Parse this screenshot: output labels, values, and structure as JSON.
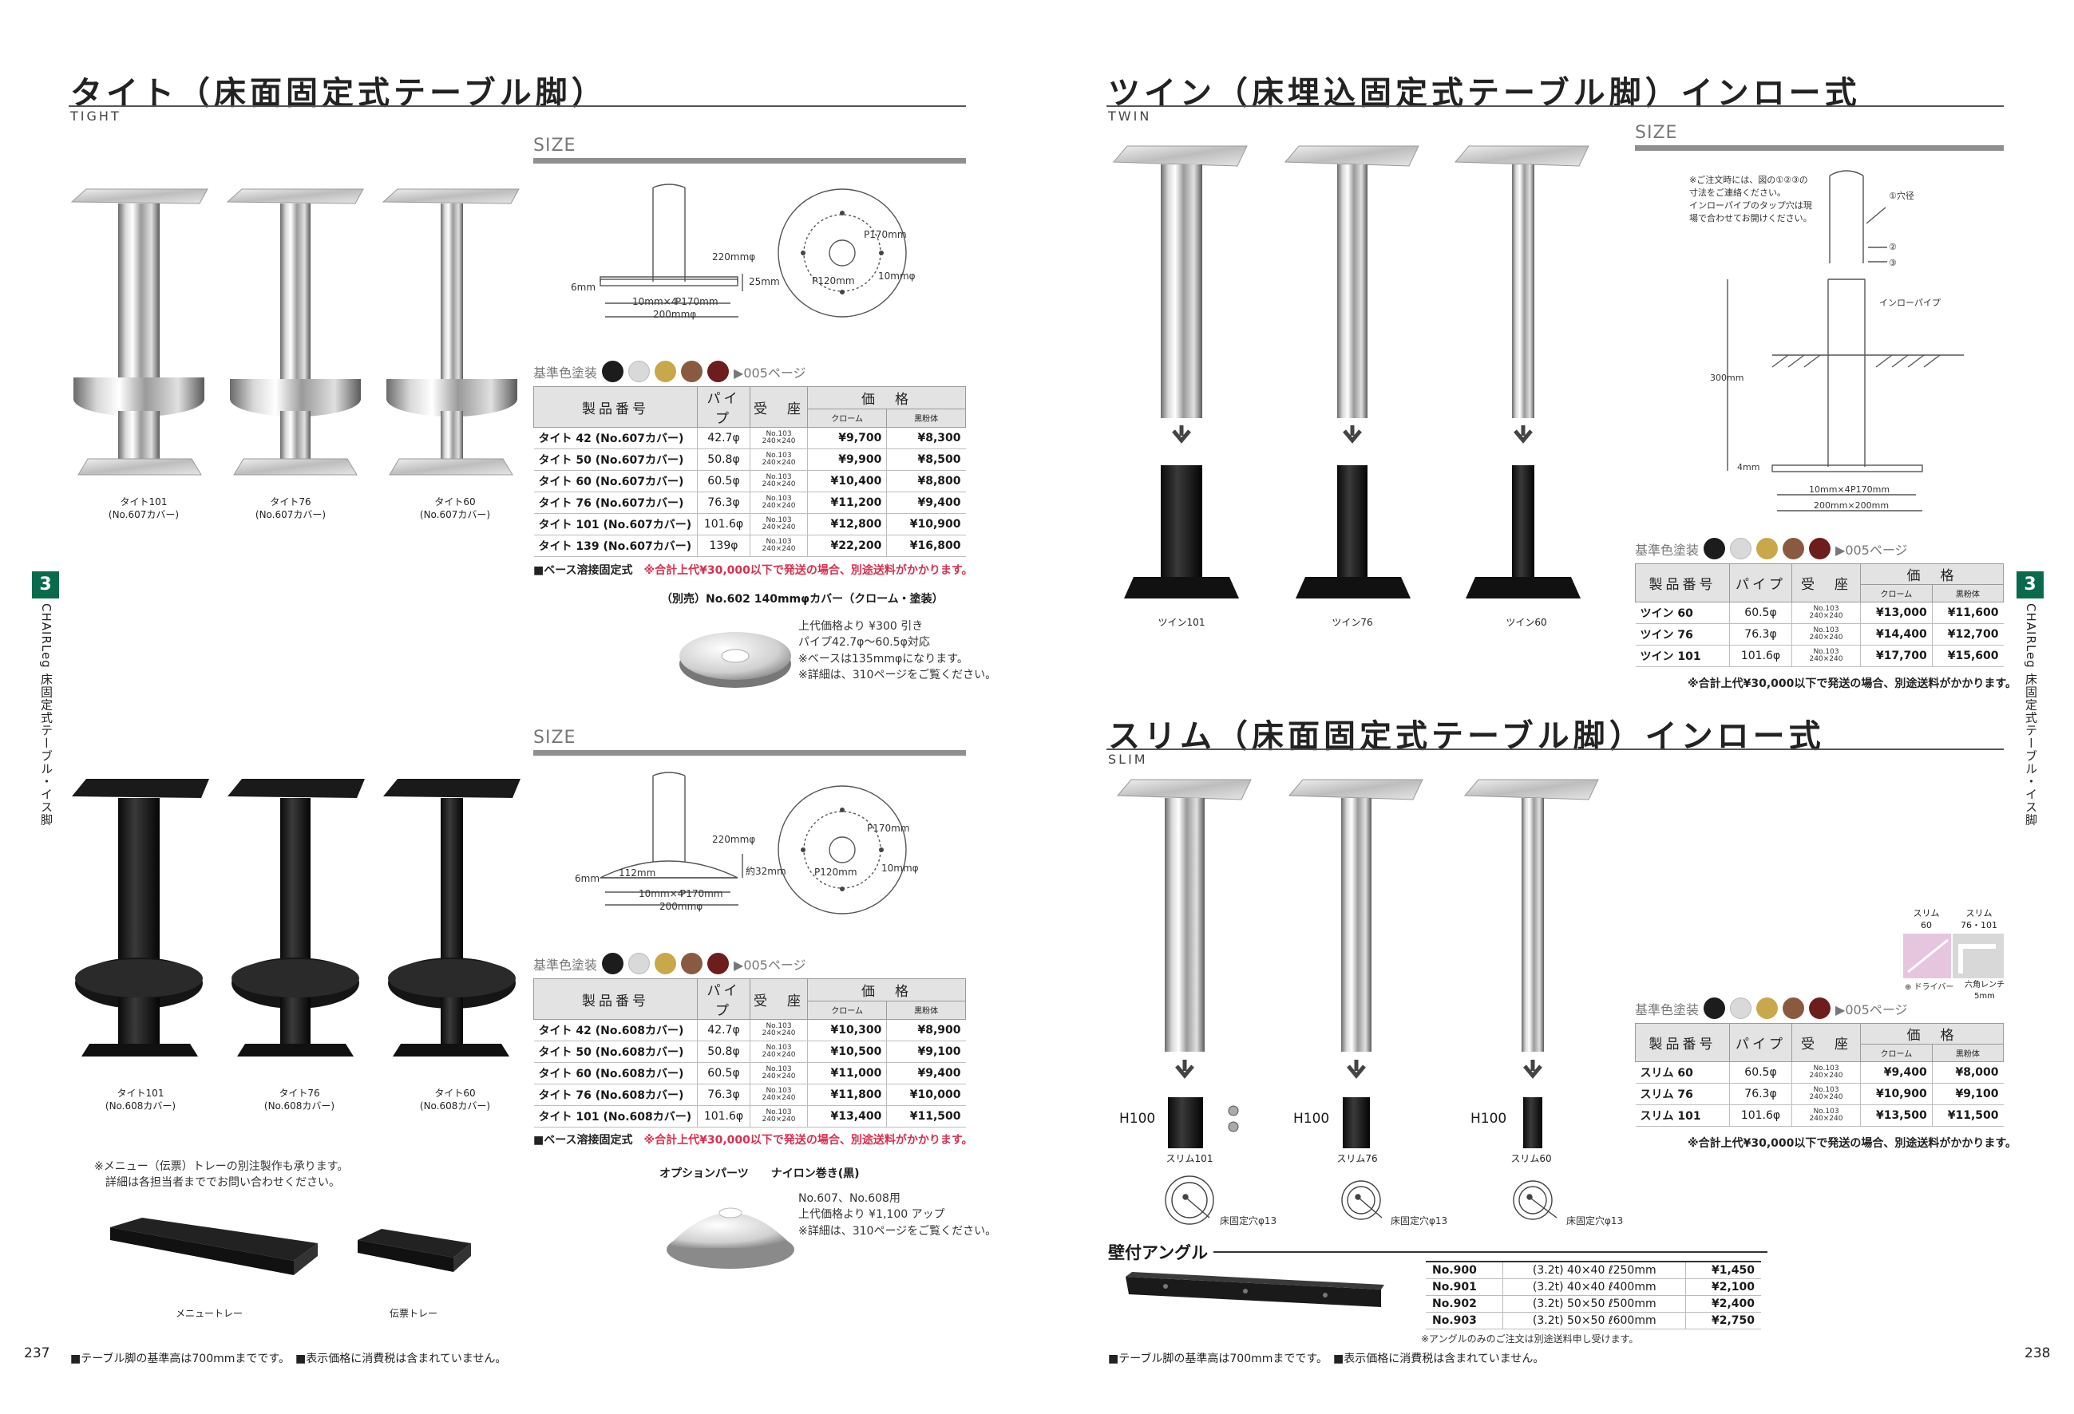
{
  "left": {
    "title": "タイト（床面固定式テーブル脚）",
    "subtitle": "TIGHT",
    "chrome_legs": [
      {
        "name": "タイト101",
        "cover": "(No.607カバー)"
      },
      {
        "name": "タイト76",
        "cover": "(No.607カバー)"
      },
      {
        "name": "タイト60",
        "cover": "(No.607カバー)"
      }
    ],
    "black_legs": [
      {
        "name": "タイト101",
        "cover": "(No.608カバー)"
      },
      {
        "name": "タイト76",
        "cover": "(No.608カバー)"
      },
      {
        "name": "タイト60",
        "cover": "(No.608カバー)"
      }
    ],
    "size_label": "SIZE",
    "diagram1": {
      "d220": "220mmφ",
      "h25": "25mm",
      "h6": "6mm",
      "holes": "10mm×4",
      "p170": "P170mm",
      "w200": "200mmφ",
      "c_p170": "P170mm",
      "c_p120": "P120mm",
      "c_10": "10mmφ"
    },
    "diagram2": {
      "d220": "220mmφ",
      "h32": "約32mm",
      "h6": "6mm",
      "r112": "112mm",
      "holes": "10mm×4",
      "p170": "P170mm",
      "w200": "200mmφ",
      "c_p170": "P170mm",
      "c_p120": "P120mm",
      "c_10": "10mmφ"
    },
    "color_label": "基準色塗装",
    "page_ref": "▶005ページ",
    "headers": {
      "product": "製品番号",
      "pipe": "パイプ",
      "seat": "受　座",
      "price": "価　格",
      "chrome": "クローム",
      "black": "黒粉体"
    },
    "table1": [
      {
        "name": "タイト 42 (No.607カバー)",
        "pipe": "42.7φ",
        "seat1": "No.103",
        "seat2": "240×240",
        "chrome": "¥9,700",
        "black": "¥8,300"
      },
      {
        "name": "タイト 50 (No.607カバー)",
        "pipe": "50.8φ",
        "seat1": "No.103",
        "seat2": "240×240",
        "chrome": "¥9,900",
        "black": "¥8,500"
      },
      {
        "name": "タイト 60 (No.607カバー)",
        "pipe": "60.5φ",
        "seat1": "No.103",
        "seat2": "240×240",
        "chrome": "¥10,400",
        "black": "¥8,800"
      },
      {
        "name": "タイト 76 (No.607カバー)",
        "pipe": "76.3φ",
        "seat1": "No.103",
        "seat2": "240×240",
        "chrome": "¥11,200",
        "black": "¥9,400"
      },
      {
        "name": "タイト 101 (No.607カバー)",
        "pipe": "101.6φ",
        "seat1": "No.103",
        "seat2": "240×240",
        "chrome": "¥12,800",
        "black": "¥10,900"
      },
      {
        "name": "タイト 139 (No.607カバー)",
        "pipe": "139φ",
        "seat1": "No.103",
        "seat2": "240×240",
        "chrome": "¥22,200",
        "black": "¥16,800"
      }
    ],
    "table2": [
      {
        "name": "タイト 42 (No.608カバー)",
        "pipe": "42.7φ",
        "seat1": "No.103",
        "seat2": "240×240",
        "chrome": "¥10,300",
        "black": "¥8,900"
      },
      {
        "name": "タイト 50 (No.608カバー)",
        "pipe": "50.8φ",
        "seat1": "No.103",
        "seat2": "240×240",
        "chrome": "¥10,500",
        "black": "¥9,100"
      },
      {
        "name": "タイト 60 (No.608カバー)",
        "pipe": "60.5φ",
        "seat1": "No.103",
        "seat2": "240×240",
        "chrome": "¥11,000",
        "black": "¥9,400"
      },
      {
        "name": "タイト 76 (No.608カバー)",
        "pipe": "76.3φ",
        "seat1": "No.103",
        "seat2": "240×240",
        "chrome": "¥11,800",
        "black": "¥10,000"
      },
      {
        "name": "タイト 101 (No.608カバー)",
        "pipe": "101.6φ",
        "seat1": "No.103",
        "seat2": "240×240",
        "chrome": "¥13,400",
        "black": "¥11,500"
      }
    ],
    "base_note": "■ベース溶接固定式",
    "shipping_note": "※合計上代¥30,000以下で発送の場合、別途送料がかかります。",
    "cover602": {
      "title": "（別売）No.602 140mmφカバー（クローム・塗装）",
      "l1": "上代価格より ¥300 引き",
      "l2": "パイプ42.7φ〜60.5φ対応",
      "l3": "※ベースは135mmφになります。",
      "l4": "※詳細は、310ページをご覧ください。"
    },
    "option": {
      "title1": "オプションパーツ",
      "title2": "ナイロン巻き(黒)",
      "l1": "No.607、No.608用",
      "l2": "上代価格より ¥1,100 アップ",
      "l3": "※詳細は、310ページをご覧ください。"
    },
    "tray_note1": "※メニュー（伝票）トレーの別注製作も承ります。",
    "tray_note2": "詳細は各担当者まででお問い合わせください。",
    "tray1": "メニュートレー",
    "tray2": "伝票トレー",
    "page_no": "237",
    "footer1": "■テーブル脚の基準高は700mmまでです。",
    "footer2": "■表示価格に消費税は含まれていません。",
    "tab_no": "3",
    "vertical": "CHAIRLeg 床固定式テーブル・イス脚"
  },
  "right": {
    "title": "ツイン（床埋込固定式テーブル脚）インロー式",
    "subtitle": "TWIN",
    "twin_legs": [
      "ツイン101",
      "ツイン76",
      "ツイン60"
    ],
    "size_label": "SIZE",
    "diagram": {
      "n1": "※ご注文時には、図の①②③の",
      "n2": "寸法をご連絡ください。",
      "n3": "インローパイプのタップ穴は現",
      "n4": "場で合わせてお開けください。",
      "c1": "①穴径",
      "c2": "②",
      "c3": "③",
      "pipe": "インローパイプ",
      "h300": "300mm",
      "h4": "4mm",
      "holes": "10mm×4",
      "p170": "P170mm",
      "w200": "200mm×200mm"
    },
    "color_label": "基準色塗装",
    "page_ref": "▶005ページ",
    "headers": {
      "product": "製品番号",
      "pipe": "パイプ",
      "seat": "受　座",
      "price": "価　格",
      "chrome": "クローム",
      "black": "黒粉体"
    },
    "twin_table": [
      {
        "name": "ツイン 60",
        "pipe": "60.5φ",
        "seat1": "No.103",
        "seat2": "240×240",
        "chrome": "¥13,000",
        "black": "¥11,600"
      },
      {
        "name": "ツイン 76",
        "pipe": "76.3φ",
        "seat1": "No.103",
        "seat2": "240×240",
        "chrome": "¥14,400",
        "black": "¥12,700"
      },
      {
        "name": "ツイン 101",
        "pipe": "101.6φ",
        "seat1": "No.103",
        "seat2": "240×240",
        "chrome": "¥17,700",
        "black": "¥15,600"
      }
    ],
    "shipping_note": "※合計上代¥30,000以下で発送の場合、別途送料がかかります。",
    "slim_title": "スリム（床面固定式テーブル脚）インロー式",
    "slim_subtitle": "SLIM",
    "slim_legs": [
      {
        "name": "スリム101",
        "h": "H100",
        "hole": "床固定穴φ13"
      },
      {
        "name": "スリム76",
        "h": "H100",
        "hole": "床固定穴φ13"
      },
      {
        "name": "スリム60",
        "h": "H100",
        "hole": "床固定穴φ13"
      }
    ],
    "slim_icons": {
      "a1": "スリム",
      "a2": "60",
      "b1": "スリム",
      "b2": "76・101",
      "ca": "⊕ ドライバー",
      "cb": "六角レンチ",
      "cc": "5mm"
    },
    "slim_table": [
      {
        "name": "スリム 60",
        "pipe": "60.5φ",
        "seat1": "No.103",
        "seat2": "240×240",
        "chrome": "¥9,400",
        "black": "¥8,000"
      },
      {
        "name": "スリム 76",
        "pipe": "76.3φ",
        "seat1": "No.103",
        "seat2": "240×240",
        "chrome": "¥10,900",
        "black": "¥9,100"
      },
      {
        "name": "スリム 101",
        "pipe": "101.6φ",
        "seat1": "No.103",
        "seat2": "240×240",
        "chrome": "¥13,500",
        "black": "¥11,500"
      }
    ],
    "angle_title": "壁付アングル",
    "angle_table": [
      {
        "no": "No.900",
        "spec": "(3.2t) 40×40 ℓ250mm",
        "price": "¥1,450"
      },
      {
        "no": "No.901",
        "spec": "(3.2t) 40×40 ℓ400mm",
        "price": "¥2,100"
      },
      {
        "no": "No.902",
        "spec": "(3.2t) 50×50 ℓ500mm",
        "price": "¥2,400"
      },
      {
        "no": "No.903",
        "spec": "(3.2t) 50×50 ℓ600mm",
        "price": "¥2,750"
      }
    ],
    "angle_note": "※アングルのみのご注文は別途送料申し受けます。",
    "page_no": "238",
    "footer1": "■テーブル脚の基準高は700mmまでです。",
    "footer2": "■表示価格に消費税は含まれていません。",
    "tab_no": "3",
    "vertical": "CHAIRLeg 床固定式テーブル・イス脚"
  },
  "colors": {
    "swatches": [
      "#1c1c1c",
      "#d9d9d9",
      "#c8a84a",
      "#8a5a40",
      "#6e1d1d"
    ],
    "accent_red": "#d8304f",
    "tab_green": "#0a6b4c"
  }
}
